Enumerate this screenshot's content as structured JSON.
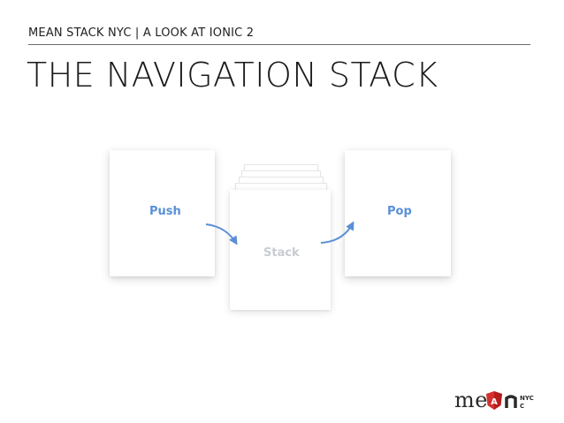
{
  "slide": {
    "header": "MEAN STACK NYC | A LOOK AT IONIC 2",
    "title": "THE NAVIGATION STACK"
  },
  "diagram": {
    "push_label": "Push",
    "stack_label": "Stack",
    "pop_label": "Pop"
  },
  "logo": {
    "text": "me",
    "badge": "NYC"
  },
  "colors": {
    "accent_blue": "#5a8fd6",
    "stack_label": "#c8ccd2",
    "angular_red": "#d32f2f"
  }
}
